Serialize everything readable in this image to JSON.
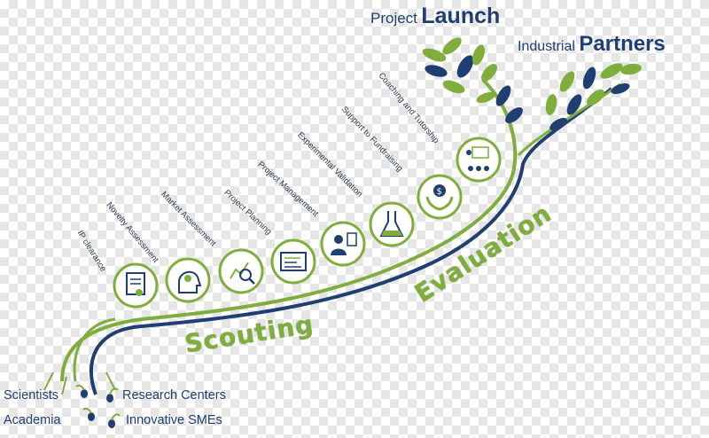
{
  "header": {
    "project_small": "Project",
    "project_big": "Launch",
    "industrial_small": "Industrial",
    "industrial_big": "Partners"
  },
  "phases": {
    "scouting": "Scouting",
    "evaluation": "Evaluation"
  },
  "steps": [
    "IP clearance",
    "Novelty Assessment",
    "Market Assessment",
    "Project Planning",
    "Project Management",
    "Experimental Validation",
    "Support to Fundraising",
    "Coaching and Tutorship"
  ],
  "sources": {
    "scientists": "Scientists",
    "research_centers": "Research Centers",
    "academia": "Academia",
    "innovative_smes": "Innovative SMEs"
  },
  "colors": {
    "green": "#7fae3c",
    "navy": "#1f3f73"
  },
  "icons": [
    "certificate-icon",
    "idea-head-icon",
    "chart-magnifier-icon",
    "planning-board-icon",
    "manager-document-icon",
    "lab-flask-icon",
    "money-hands-icon",
    "presentation-icon"
  ]
}
